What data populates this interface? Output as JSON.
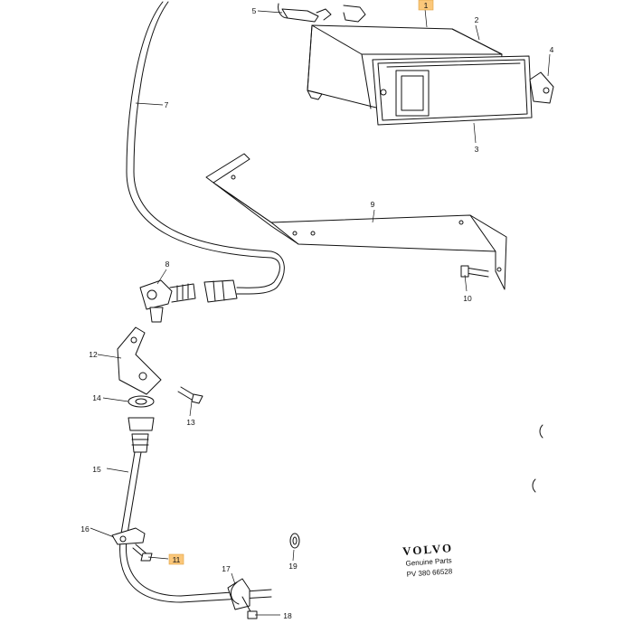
{
  "callouts": {
    "p1": "1",
    "p2": "2",
    "p3": "3",
    "p4": "4",
    "p5": "5",
    "p7": "7",
    "p8": "8",
    "p9": "9",
    "p10": "10",
    "p11": "11",
    "p12": "12",
    "p13": "13",
    "p14": "14",
    "p15": "15",
    "p16": "16",
    "p17": "17",
    "p18": "18",
    "p19": "19"
  },
  "highlight_color": "#fbc77a",
  "logo": {
    "brand": "VOLVO",
    "line1": "Genuine Parts",
    "line2": "PV 380 66528"
  }
}
